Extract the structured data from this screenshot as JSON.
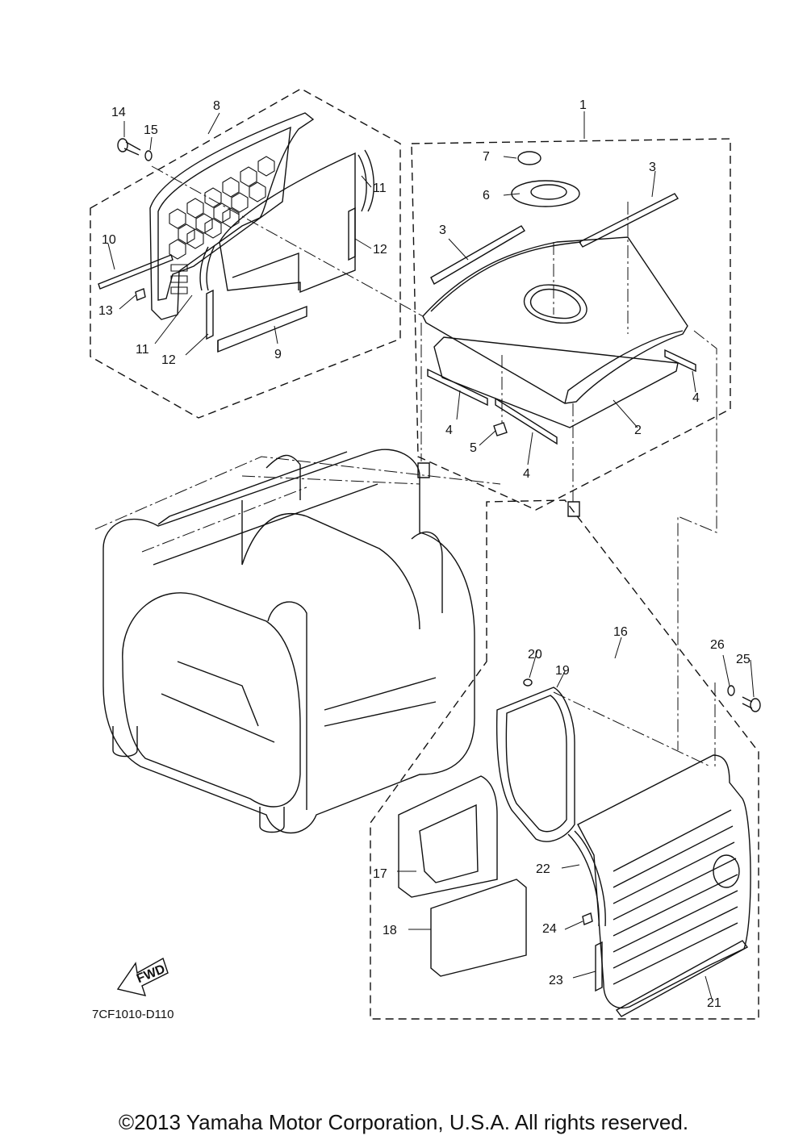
{
  "diagram": {
    "parts": [
      {
        "id": "1",
        "label": "1"
      },
      {
        "id": "2",
        "label": "2"
      },
      {
        "id": "3a",
        "label": "3"
      },
      {
        "id": "3b",
        "label": "3"
      },
      {
        "id": "4a",
        "label": "4"
      },
      {
        "id": "4b",
        "label": "4"
      },
      {
        "id": "4c",
        "label": "4"
      },
      {
        "id": "5",
        "label": "5"
      },
      {
        "id": "6",
        "label": "6"
      },
      {
        "id": "7",
        "label": "7"
      },
      {
        "id": "8",
        "label": "8"
      },
      {
        "id": "9",
        "label": "9"
      },
      {
        "id": "10",
        "label": "10"
      },
      {
        "id": "11a",
        "label": "11"
      },
      {
        "id": "11b",
        "label": "11"
      },
      {
        "id": "12a",
        "label": "12"
      },
      {
        "id": "12b",
        "label": "12"
      },
      {
        "id": "13",
        "label": "13"
      },
      {
        "id": "14",
        "label": "14"
      },
      {
        "id": "15",
        "label": "15"
      },
      {
        "id": "16",
        "label": "16"
      },
      {
        "id": "17",
        "label": "17"
      },
      {
        "id": "18",
        "label": "18"
      },
      {
        "id": "19",
        "label": "19"
      },
      {
        "id": "20",
        "label": "20"
      },
      {
        "id": "21",
        "label": "21"
      },
      {
        "id": "22",
        "label": "22"
      },
      {
        "id": "23",
        "label": "23"
      },
      {
        "id": "24",
        "label": "24"
      },
      {
        "id": "25",
        "label": "25"
      },
      {
        "id": "26",
        "label": "26"
      }
    ],
    "fwd_label": "FWD",
    "drawing_code": "7CF1010-D110"
  },
  "footer": {
    "copyright": "©2013 Yamaha Motor Corporation, U.S.A. All rights reserved."
  }
}
